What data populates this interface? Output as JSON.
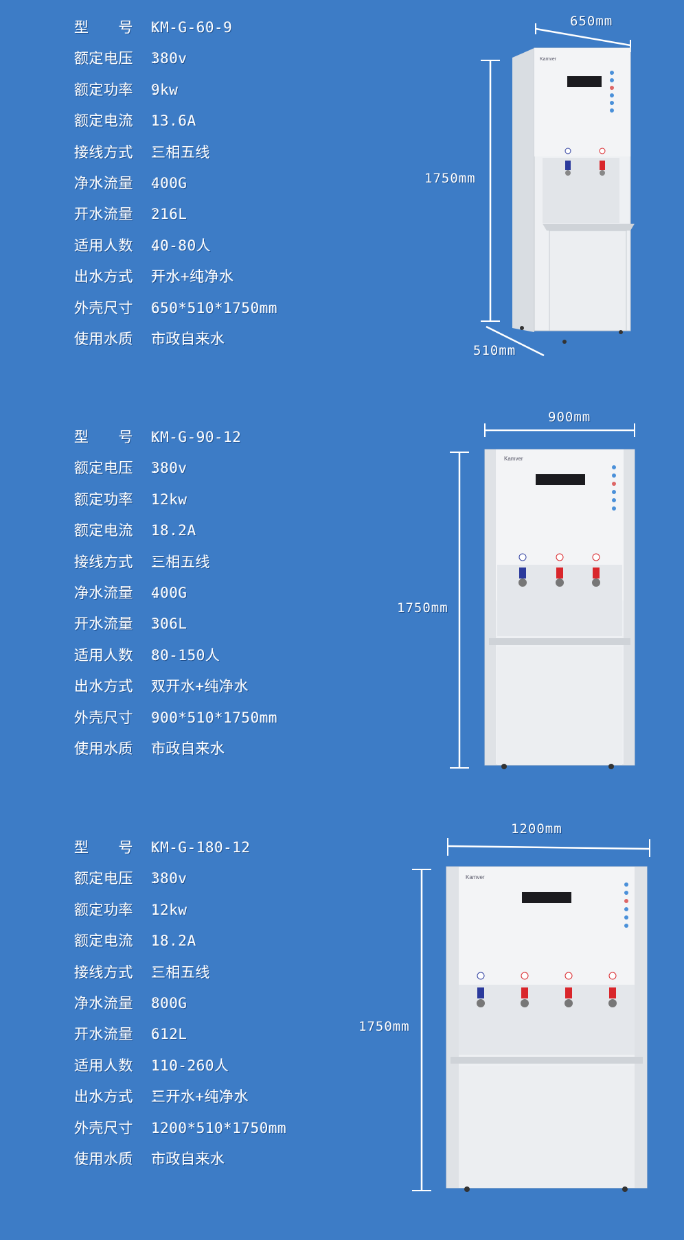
{
  "products": [
    {
      "specs": [
        {
          "label": "型　　号",
          "value": "KM-G-60-9"
        },
        {
          "label": "额定电压",
          "value": "380v"
        },
        {
          "label": "额定功率",
          "value": "9kw"
        },
        {
          "label": "额定电流",
          "value": "13.6A"
        },
        {
          "label": "接线方式",
          "value": "三相五线"
        },
        {
          "label": "净水流量",
          "value": "400G"
        },
        {
          "label": "开水流量",
          "value": "216L"
        },
        {
          "label": "适用人数",
          "value": "40-80人"
        },
        {
          "label": "出水方式",
          "value": "开水+纯净水"
        },
        {
          "label": "外壳尺寸",
          "value": "650*510*1750mm"
        },
        {
          "label": "使用水质",
          "value": "市政自来水"
        }
      ],
      "width_label": "650mm",
      "height_label": "1750mm",
      "depth_label": "510mm",
      "brand": "Kamver",
      "taps": [
        "blue",
        "red"
      ]
    },
    {
      "specs": [
        {
          "label": "型　　号",
          "value": "KM-G-90-12"
        },
        {
          "label": "额定电压",
          "value": "380v"
        },
        {
          "label": "额定功率",
          "value": "12kw"
        },
        {
          "label": "额定电流",
          "value": "18.2A"
        },
        {
          "label": "接线方式",
          "value": "三相五线"
        },
        {
          "label": "净水流量",
          "value": "400G"
        },
        {
          "label": "开水流量",
          "value": "306L"
        },
        {
          "label": "适用人数",
          "value": "80-150人"
        },
        {
          "label": "出水方式",
          "value": "双开水+纯净水"
        },
        {
          "label": "外壳尺寸",
          "value": "900*510*1750mm"
        },
        {
          "label": "使用水质",
          "value": "市政自来水"
        }
      ],
      "width_label": "900mm",
      "height_label": "1750mm",
      "brand": "Kamver",
      "taps": [
        "blue",
        "red",
        "red"
      ]
    },
    {
      "specs": [
        {
          "label": "型　　号",
          "value": "KM-G-180-12"
        },
        {
          "label": "额定电压",
          "value": "380v"
        },
        {
          "label": "额定功率",
          "value": "12kw"
        },
        {
          "label": "额定电流",
          "value": "18.2A"
        },
        {
          "label": "接线方式",
          "value": "三相五线"
        },
        {
          "label": "净水流量",
          "value": "800G"
        },
        {
          "label": "开水流量",
          "value": "612L"
        },
        {
          "label": "适用人数",
          "value": "110-260人"
        },
        {
          "label": "出水方式",
          "value": "三开水+纯净水"
        },
        {
          "label": "外壳尺寸",
          "value": "1200*510*1750mm"
        },
        {
          "label": "使用水质",
          "value": "市政自来水"
        }
      ],
      "width_label": "1200mm",
      "height_label": "1750mm",
      "brand": "Kamver",
      "taps": [
        "blue",
        "red",
        "red",
        "red"
      ]
    }
  ],
  "colors": {
    "background": "#3d7cc6",
    "text": "#ffffff",
    "hot_tap": "#d9262b",
    "cold_tap": "#2b3a9c"
  }
}
